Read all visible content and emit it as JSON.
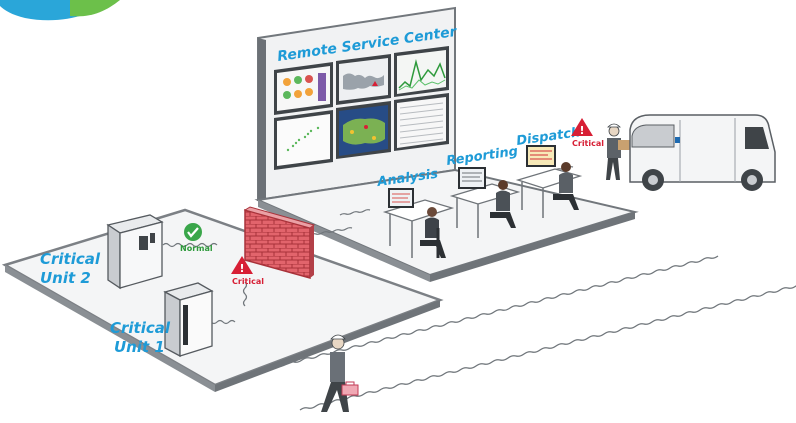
{
  "labels": {
    "remote_service_center": "Remote Service Center",
    "analysis": "Analysis",
    "reporting": "Reporting",
    "dispatch": "Dispatch",
    "unit2_line1": "Critical",
    "unit2_line2": "Unit 2",
    "unit1_line1": "Critical",
    "unit1_line2": "Unit 1",
    "normal": "Normal",
    "critical_badge": "Critical",
    "critical_dispatch": "Critical"
  },
  "colors": {
    "accent_blue": "#1e9bd7",
    "critical_red": "#d71f35",
    "normal_green": "#3aa64a",
    "wall_gray": "#7a7f85",
    "brick_red": "#c8434b"
  }
}
